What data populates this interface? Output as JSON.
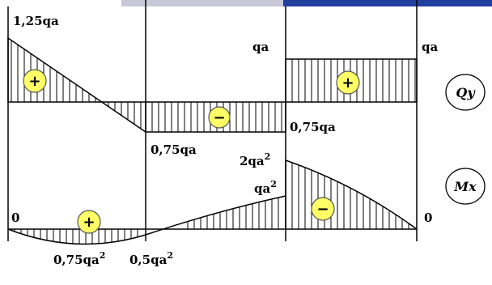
{
  "colors": {
    "top_band_gray": "#c8c8d8",
    "top_band_blue": "#1f3f9f",
    "sign_circle_fill": "#ffff66",
    "line": "#000000",
    "background": "#ffffff"
  },
  "shear": {
    "label_left_top": "1,25qa",
    "label_qa_mid": "qa",
    "label_qa_right": "qa",
    "label_075_left": "0,75qa",
    "label_075_right": "0,75qa",
    "sign_left": "+",
    "sign_mid": "−",
    "sign_right": "+",
    "badge": "Qy"
  },
  "moment": {
    "label_zero_left": "0",
    "label_zero_right": "0",
    "label_min": "0,75qa",
    "label_min_sup": "2",
    "label_05": "0,5qa",
    "label_05_sup": "2",
    "label_qa2": "qa",
    "label_qa2_sup": "2",
    "label_2qa2": "2qa",
    "label_2qa2_sup": "2",
    "sign_left": "+",
    "sign_right": "−",
    "badge": "Mx"
  }
}
